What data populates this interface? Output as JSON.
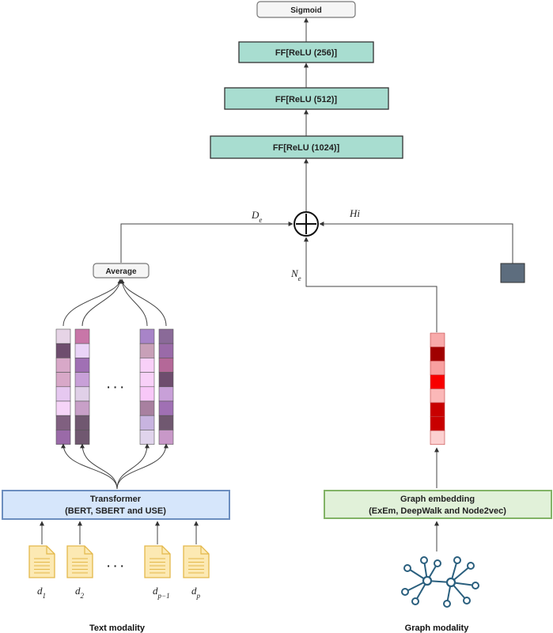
{
  "layers": {
    "sigmoid": "Sigmoid",
    "ff256": "FF[ReLU (256)]",
    "ff512": "FF[ReLU (512)]",
    "ff1024": "FF[ReLU (1024)]",
    "average": "Average"
  },
  "symbols": {
    "de": "D",
    "de_sub": "e",
    "ne": "N",
    "ne_sub": "e",
    "hi": "Hi",
    "ellipsis_vectors": "· · ·",
    "ellipsis_docs": "· · ·"
  },
  "transformer": {
    "line1": "Transformer",
    "line2": "(BERT, SBERT and USE)"
  },
  "graph_embedding": {
    "line1": "Graph embedding",
    "line2": "(ExEm, DeepWalk and Node2vec)"
  },
  "documents": [
    {
      "base": "d",
      "sub": "1"
    },
    {
      "base": "d",
      "sub": "2"
    },
    {
      "base": "d",
      "sub": "p−1"
    },
    {
      "base": "d",
      "sub": "p"
    }
  ],
  "captions": {
    "text": "Text modality",
    "graph": "Graph modality"
  },
  "colors": {
    "ff_fill": "#a8ddd0",
    "transformer_fill": "#d6e6fb",
    "transformer_border": "#6c8ebf",
    "graph_fill": "#e1f1d9",
    "graph_border": "#82b366",
    "doc_fill": "#fce9b3",
    "doc_stroke": "#e3b84a",
    "hi_square": "#5d6d7e",
    "node_color": "#2a5f7e"
  },
  "text_vectors": [
    [
      "#e6d4e6",
      "#6e4d6e",
      "#d8a8c8",
      "#d8a8c8",
      "#e6c8f0",
      "#f6d4f8",
      "#806080",
      "#9a6aa8"
    ],
    [
      "#c876a8",
      "#ead4f8",
      "#a070b4",
      "#c8a0d8",
      "#e0d0e8",
      "#c8a0c8",
      "#705870",
      "#705870"
    ],
    [
      "#a884c8",
      "#c8a0b8",
      "#f8d0f8",
      "#f8d0f8",
      "#f8c8f8",
      "#a880a0",
      "#c8b4e0",
      "#e0d4ec"
    ],
    [
      "#8a6a98",
      "#9a6aa8",
      "#b46898",
      "#6e4d6e",
      "#c8a0d8",
      "#a070b4",
      "#705870",
      "#c898c8"
    ]
  ],
  "graph_vector": [
    "#f8aaaa",
    "#a00000",
    "#f8a0a0",
    "#f80000",
    "#fbb8b8",
    "#c80000",
    "#c80000",
    "#fcd0d0"
  ]
}
